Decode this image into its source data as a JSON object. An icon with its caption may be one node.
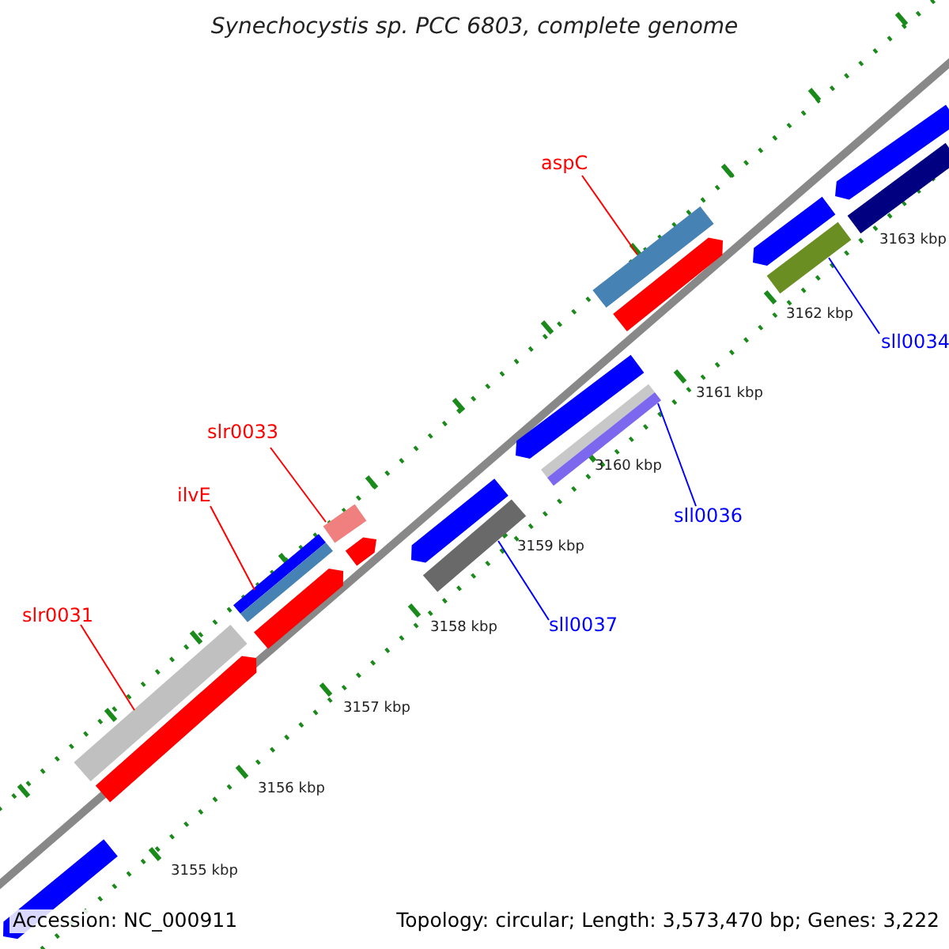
{
  "diagram": {
    "title": "Synechocystis sp. PCC 6803, complete genome",
    "nodes": [
      {
        "text": [
          "aspC"
        ]
      },
      {
        "text": [],
        "shape": "bar"
      },
      {
        "text": [
          "slr0033"
        ]
      },
      {
        "text": [],
        "shape": "bar"
      },
      {
        "text": [
          "ilvE"
        ]
      },
      {
        "text": [],
        "shape": "bar"
      },
      {
        "text": [
          "slr0031"
        ]
      },
      {
        "text": [],
        "shape": "bar"
      },
      {
        "text": [
          "sll0034"
        ]
      },
      {
        "text": [],
        "shape": "bar"
      },
      {
        "text": [
          "sll0036"
        ]
      },
      {
        "text": [],
        "shape": "bar"
      },
      {
        "text": [
          "sll0037"
        ]
      },
      {
        "text": [],
        "shape": "bar"
      },
      {
        "text": [],
        "shape": "bar"
      },
      {
        "text": [],
        "shape": "bar"
      },
      {
        "text": [],
        "shape": "bar"
      },
      {
        "text": [],
        "shape": "bar"
      },
      {
        "text": [],
        "shape": "bar"
      },
      {
        "text": [],
        "shape": "bar"
      },
      {
        "text": [],
        "shape": "bar"
      },
      {
        "text": [],
        "shape": "bar"
      },
      {
        "text": [],
        "shape": "bar"
      },
      {
        "text": [],
        "shape": "bar"
      }
    ],
    "edges": [
      {
        "from": 0,
        "to": 1,
        "arrow": "none"
      },
      {
        "from": 2,
        "to": 3,
        "arrow": "none"
      },
      {
        "from": 4,
        "to": 5,
        "arrow": "none"
      },
      {
        "from": 6,
        "to": 7,
        "arrow": "none"
      },
      {
        "from": 8,
        "to": 9,
        "arrow": "none",
        "color": "#0000ff"
      },
      {
        "from": 10,
        "to": 11,
        "arrow": "none",
        "color": "#0000ff"
      },
      {
        "from": 12,
        "to": 13,
        "arrow": "none",
        "color": "#0000ff"
      }
    ],
    "labels": [
      "3163 kbp",
      "3162 kbp",
      "3161 kbp",
      "3160 kbp",
      "3159 kbp",
      "3158 kbp",
      "3157 kbp",
      "3156 kbp",
      "3155 kbp",
      "Accession: NC_000911",
      "Topology: circular; Length: 3,573,470 bp; Genes: 3,222"
    ]
  }
}
